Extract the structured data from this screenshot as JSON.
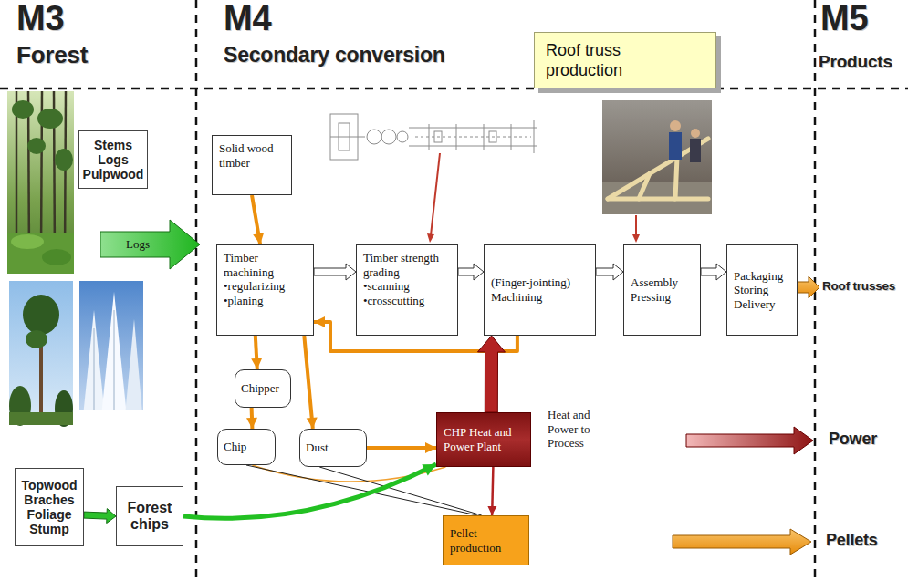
{
  "diagram": {
    "nodes": [
      {
        "text": [
          "Stems Logs Pulpwood"
        ]
      },
      {
        "text": [
          "Logs"
        ]
      },
      {
        "text": [
          "Solid wood timber"
        ]
      },
      {
        "text": [
          "Timber machining",
          "•regularizing",
          "•planing"
        ]
      },
      {
        "text": [
          "Timber strength grading",
          "•scanning",
          "•crosscutting"
        ]
      },
      {
        "text": [
          "(Finger-jointing) Machining"
        ]
      },
      {
        "text": [
          "Assembly Pressing"
        ]
      },
      {
        "text": [
          "Packaging Storing Delivery"
        ]
      },
      {
        "text": [
          "Roof truss production"
        ]
      },
      {
        "text": [
          "Chipper"
        ]
      },
      {
        "text": [
          "Chip"
        ]
      },
      {
        "text": [
          "Dust"
        ]
      },
      {
        "text": [
          "CHP Heat and Power Plant"
        ]
      },
      {
        "text": [
          "Pellet production"
        ]
      },
      {
        "text": [
          "Topwood Braches Foliage Stump"
        ]
      },
      {
        "text": [
          "Forest chips"
        ]
      }
    ],
    "edges": [
      {
        "from": 2,
        "to": 3,
        "arrow": "to"
      },
      {
        "from": 3,
        "to": 4,
        "arrow": "to"
      },
      {
        "from": 4,
        "to": 5,
        "arrow": "to"
      },
      {
        "from": 5,
        "to": 6,
        "arrow": "to"
      },
      {
        "from": 6,
        "to": 7,
        "arrow": "to"
      },
      {
        "from": 5,
        "to": 3,
        "arrow": "to"
      },
      {
        "from": 3,
        "to": 9,
        "arrow": "to"
      },
      {
        "from": 3,
        "to": 11,
        "arrow": "to"
      },
      {
        "from": 9,
        "to": 10,
        "arrow": "to"
      },
      {
        "from": 11,
        "to": 12,
        "arrow": "to"
      },
      {
        "from": 10,
        "to": 12,
        "arrow": "none"
      },
      {
        "from": 10,
        "to": 13,
        "arrow": "none"
      },
      {
        "from": 11,
        "to": 13,
        "arrow": "none"
      },
      {
        "from": 15,
        "to": 12,
        "arrow": "to"
      },
      {
        "from": 14,
        "to": 15,
        "arrow": "to"
      },
      {
        "from": 12,
        "to": 5,
        "arrow": "to"
      },
      {
        "from": 12,
        "to": 13,
        "arrow": "to"
      }
    ],
    "labels": [
      "M3",
      "Forest",
      "M4",
      "Secondary conversion",
      "M5",
      "Products",
      "Heat and Power to Process",
      "Roof trusses",
      "Power",
      "Pellets"
    ]
  }
}
